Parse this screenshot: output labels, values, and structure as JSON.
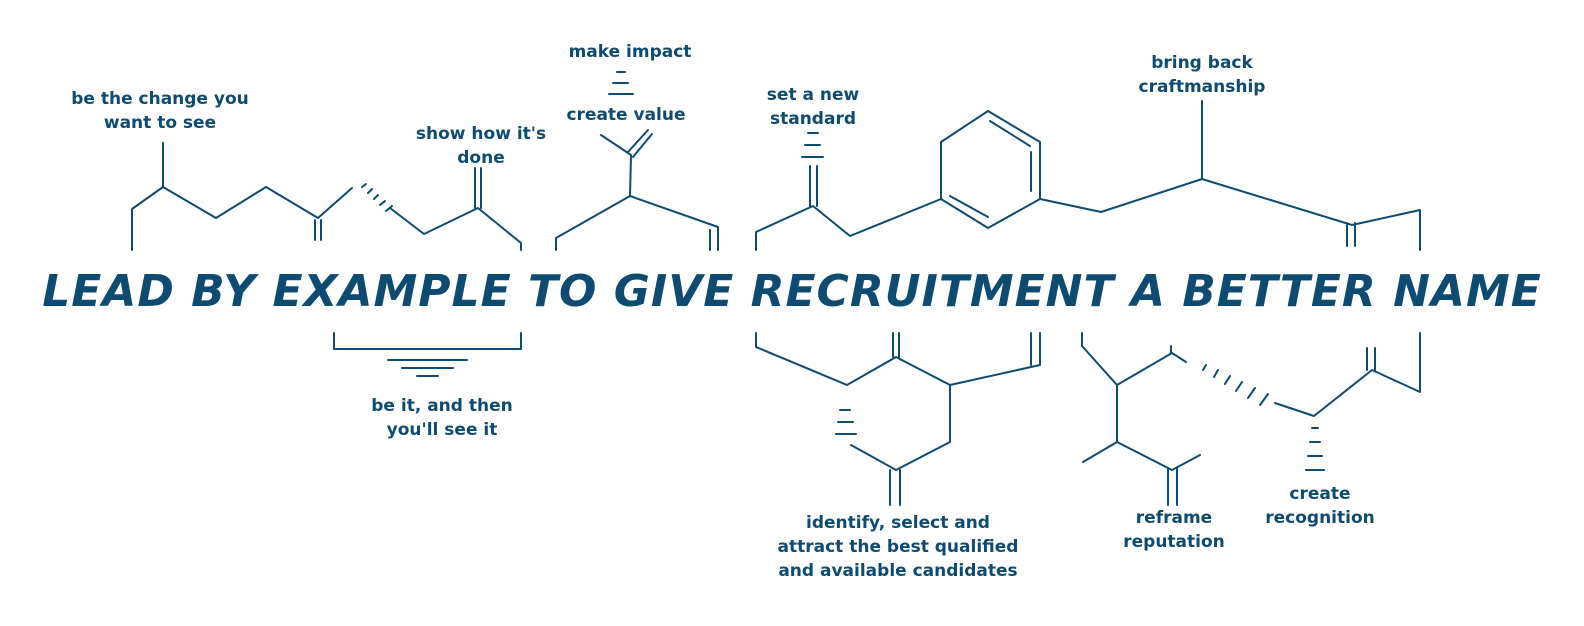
{
  "headline": "LEAD BY EXAMPLE TO GIVE RECRUITMENT A BETTER NAME",
  "colors": {
    "ink": "#0d4b73",
    "background": "#ffffff"
  },
  "labels": {
    "be_the_change": "be the change you\nwant to see",
    "show_how": "show how it's\ndone",
    "make_impact": "make impact",
    "create_value": "create value",
    "set_standard": "set a new\nstandard",
    "craftmanship": "bring back\ncraftmanship",
    "be_it": "be it,  and then\nyou'll see it",
    "identify": "identify, select and\nattract the best qualified\nand available candidates",
    "reframe": "reframe\nreputation",
    "recognition": "create\nrecognition"
  }
}
